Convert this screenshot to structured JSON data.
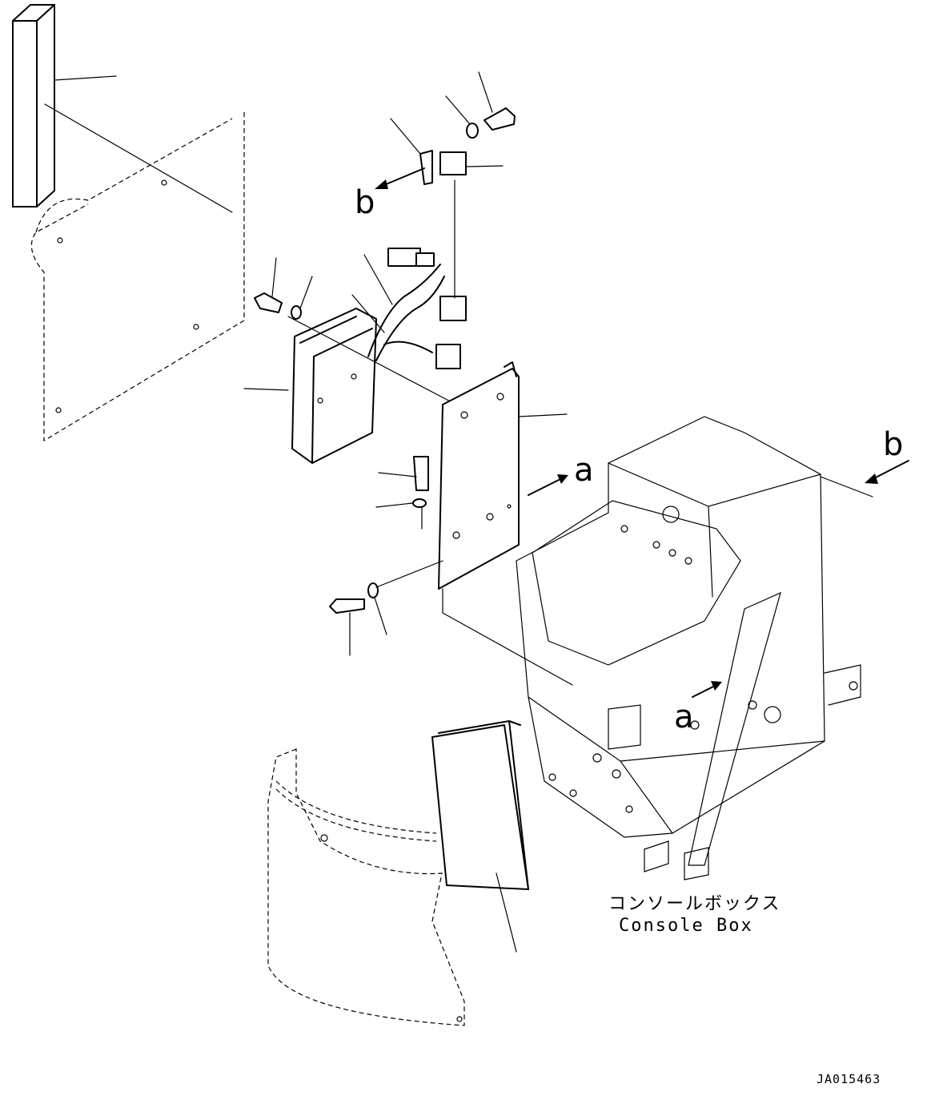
{
  "direction_marks": {
    "a": "a",
    "b": "b"
  },
  "console_box": {
    "label_jp": "コンソールボックス",
    "label_en": "Console Box"
  },
  "drawing_code": "JA015463"
}
